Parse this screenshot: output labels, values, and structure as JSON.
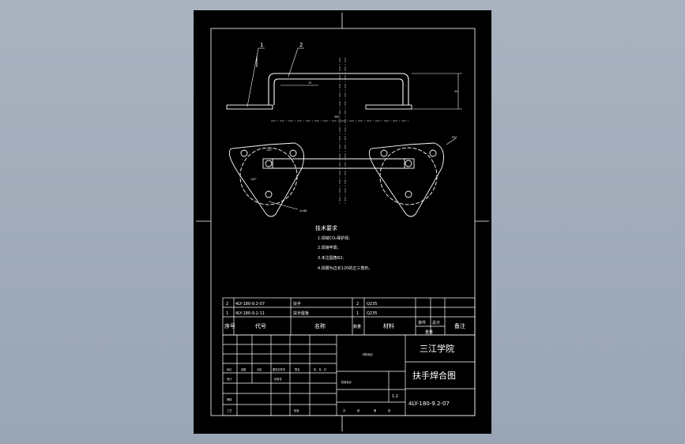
{
  "part_labels": {
    "p1": "1",
    "p2": "2"
  },
  "tech_req": {
    "title": "技术要求",
    "items": [
      "1.焊缝CO₂保护焊;",
      "2.焊接牢靠;",
      "3.未注圆角R2;",
      "4.焊脚为边长120的正三角形。"
    ]
  },
  "parts_list": {
    "rows": [
      {
        "seq": "2",
        "code": "4LY-180-9.2-07",
        "name": "扶手",
        "qty": "2",
        "material": "Q235"
      },
      {
        "seq": "1",
        "code": "4LY-180-9.2-11",
        "name": "扶手座板",
        "qty": "1",
        "material": "Q235"
      }
    ],
    "header": {
      "seq": "序号",
      "code": "代号",
      "name": "名称",
      "qty": "数量",
      "material": "材料",
      "single": "单件",
      "total": "总计",
      "weight": "重量",
      "remark": "备注"
    }
  },
  "title_block": {
    "school": "三江学院",
    "drawing_name": "扶手焊合图",
    "drawing_no": "4LY-180-9.2-07",
    "material_mark": "材料标记",
    "stage_label": "阶段标记",
    "scale": "1:2",
    "rev_headers": [
      "标记",
      "处数",
      "分区",
      "更改文件号",
      "签名",
      "年、月、日"
    ],
    "roles": [
      "设计",
      "审核",
      "工艺"
    ],
    "std_label": "标准化",
    "approve_label": "批准",
    "sheet_labels": [
      "共",
      "张",
      "第",
      "张"
    ]
  },
  "dims": {
    "d1": "15",
    "d2": "35",
    "d3": "300",
    "d4": "120°",
    "d5": "120°",
    "d6": "4×Φ8",
    "d7": "R25"
  }
}
